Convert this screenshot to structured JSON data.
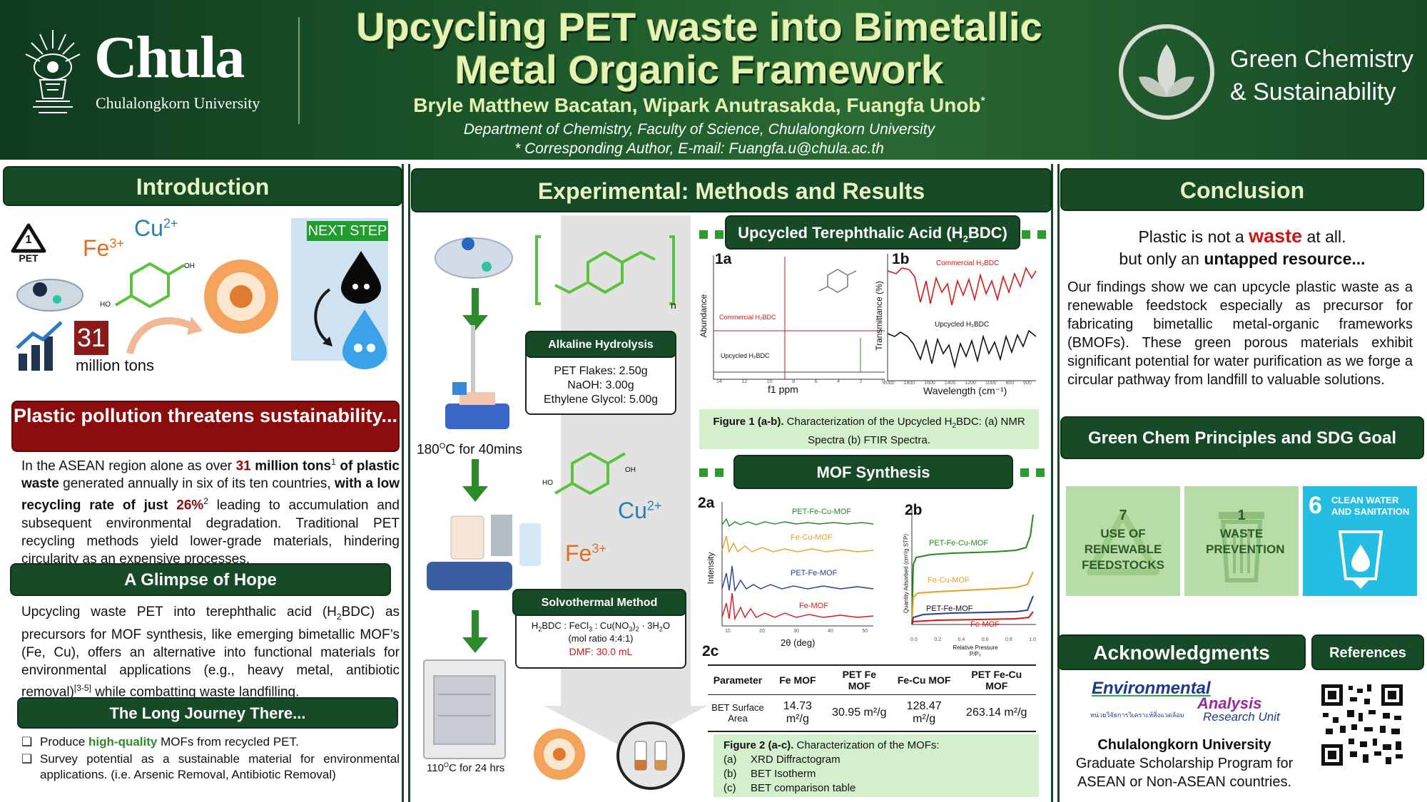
{
  "header": {
    "logo_left_name": "Chula",
    "logo_left_sub": "Chulalongkorn University",
    "title_line1": "Upcycling PET waste into Bimetallic",
    "title_line2": "Metal Organic Framework",
    "authors": "Bryle Matthew Bacatan, Wipark Anutrasakda, Fuangfa Unob",
    "author_mark": "*",
    "department": "Department of Chemistry, Faculty of Science, Chulalongkorn University",
    "corresponding": "* Corresponding Author, E-mail: Fuangfa.u@chula.ac.th",
    "logo_right_line1": "Green Chemistry",
    "logo_right_line2": "& Sustainability",
    "accent": "#174a26",
    "title_color": "#e4f2b4"
  },
  "intro": {
    "heading": "Introduction",
    "pet_label": "PET",
    "recycle_num": "1",
    "fe": "Fe",
    "fe_sup": "3+",
    "cu": "Cu",
    "cu_sup": "2+",
    "oh": "OH",
    "ho": "HO",
    "tons_num": "31",
    "tons_label": "million tons",
    "next_step": "NEXT STEP",
    "pollution_heading": "Plastic pollution threatens sustainability...",
    "p1_a": "In the ASEAN region alone as over ",
    "p1_31": "31",
    "p1_b": " million tons",
    "p1_sup1": "1",
    "p1_c": " of plastic waste",
    "p1_d": " generated annually in six of its ten countries, ",
    "p1_e": "with a low recycling rate of just ",
    "p1_26": "26%",
    "p1_sup2": "2",
    "p1_f": " leading to accumulation and subsequent environmental degradation. Traditional PET recycling methods yield lower-grade materials, hindering circularity as an expensive processes.",
    "hope_heading": "A Glimpse of Hope",
    "p2_a": "Upcycling waste PET into terephthalic acid (H",
    "p2_sub": "2",
    "p2_b": "BDC) as precursors for MOF synthesis, like emerging bimetallic MOF’s (Fe, Cu), offers an alternative into functional materials for environmental applications (e.g., heavy metal, antibiotic removal)",
    "p2_sup": "[3-5]",
    "p2_c": " while combatting waste landfilling.",
    "journey_heading": "The Long Journey There...",
    "bullet1_a": "Produce ",
    "bullet1_hl": "high-quality",
    "bullet1_b": " MOFs from recycled PET.",
    "bullet2": "Survey potential as a sustainable material for environmental applications. (i.e. Arsenic Removal, Antibiotic Removal)",
    "bullet_mark": "❑"
  },
  "exp": {
    "heading": "Experimental: Methods and Results",
    "temp1": "180",
    "temp1_unit": "O",
    "temp1_rest": "C for 40mins",
    "temp2": "110",
    "temp2_unit": "O",
    "temp2_rest": "C for 24 hrs",
    "poly_n": "n",
    "cu": "Cu",
    "cu_sup": "2+",
    "fe": "Fe",
    "fe_sup": "3+",
    "oh": "OH",
    "ho": "HO",
    "alk_title": "Alkaline Hydrolysis",
    "alk_l1": "PET Flakes: 2.50g",
    "alk_l2": "NaOH: 3.00g",
    "alk_l3": "Ethylene Glycol: 5.00g",
    "solv_title": "Solvothermal Method",
    "solv_l1_a": "H",
    "solv_l1_b": "BDC : FeCl",
    "solv_l1_c": " : Cu(NO",
    "solv_l1_d": ")",
    "solv_l1_e": " · 3H",
    "solv_l1_f": "O",
    "sub2": "2",
    "sub3": "3",
    "solv_l2": "(mol ratio 4:4:1)",
    "solv_l3": "DMF: 30.0 mL",
    "h2bdc_head_a": "Upcycled Terephthalic Acid (H",
    "h2bdc_head_sub": "2",
    "h2bdc_head_b": "BDC)",
    "fig1a": "1a",
    "fig1b": "1b",
    "nmr_ylabel": "Abundance",
    "nmr_xlabel": "f1 ppm",
    "nmr_comm": "Commercial H₂BDC",
    "nmr_up": "Upcycled H₂BDC",
    "nmr_ticks": [
      "14",
      "12",
      "10",
      "8",
      "6",
      "4",
      "2",
      "0"
    ],
    "ftir_ylabel": "Transmittance (%)",
    "ftir_xlabel": "Wavelength (cm⁻¹)",
    "ftir_comm": "Commercial H₂BDC",
    "ftir_up": "Upcycled H₂BDC",
    "ftir_ticks": [
      "2000",
      "1800",
      "1600",
      "1400",
      "1200",
      "1000",
      "800",
      "600"
    ],
    "fig1_cap_b": "Figure 1 (a-b).",
    "fig1_cap_a": " Characterization of the Upcycled H",
    "fig1_cap_sub": "2",
    "fig1_cap_c": "BDC: (a) NMR Spectra (b) FTIR Spectra.",
    "mof_head": "MOF Synthesis",
    "fig2a": "2a",
    "fig2b": "2b",
    "fig2c": "2c",
    "xrd_ylabel": "Intensity",
    "xrd_xlabel": "2θ (deg)",
    "xrd_ticks": [
      "10",
      "20",
      "30",
      "40",
      "50"
    ],
    "xrd_s1": "PET-Fe-Cu-MOF",
    "xrd_s2": "Fe-Cu-MOF",
    "xrd_s3": "PET-Fe-MOF",
    "xrd_s4": "Fe-MOF",
    "bet_ylabel": "Quantity Adsorbed (cm³/g STP)",
    "bet_xlabel": "Relative Pressure",
    "bet_xlabel2": "P/P₀",
    "bet_ticks": [
      "0.0",
      "0.2",
      "0.4",
      "0.6",
      "0.8",
      "1.0"
    ],
    "bet_s1": "PET-Fe-Cu-MOF",
    "bet_s2": "Fe-Cu-MOF",
    "bet_s3": "PET-Fe-MOF",
    "bet_s4": "Fe-MOF",
    "table_headers": [
      "Parameter",
      "Fe MOF",
      "PET Fe MOF",
      "Fe-Cu MOF",
      "PET Fe-Cu MOF"
    ],
    "table_row_label": "BET Surface Area",
    "table_values": [
      "14.73 m²/g",
      "30.95 m²/g",
      "128.47 m²/g",
      "263.14 m²/g"
    ],
    "fig2_cap_b": "Figure 2 (a-c).",
    "fig2_cap_a": " Characterization of the MOFs:",
    "fig2_items": [
      {
        "k": "(a)",
        "v": "XRD Diffractogram"
      },
      {
        "k": "(b)",
        "v": "BET Isotherm"
      },
      {
        "k": "(c)",
        "v": "BET comparison table"
      }
    ]
  },
  "conclusion": {
    "heading": "Conclusion",
    "line1_a": "Plastic is not a ",
    "line1_hl": "waste",
    "line1_b": " at all.",
    "line2_a": "but only an ",
    "line2_b": "untapped resource...",
    "para": "Our findings show we can upcycle plastic waste as a renewable feedstock especially as precursor for fabricating bimetallic metal-organic frameworks (BMOFs). These green porous materials exhibit significant potential for water purification as we forge a circular pathway from landfill to valuable solutions.",
    "sdg_heading": "Green Chem Principles and SDG Goal",
    "sdg1_num": "7",
    "sdg1_text": "USE OF RENEWABLE FEEDSTOCKS",
    "sdg2_num": "1",
    "sdg2_text": "WASTE PREVENTION",
    "sdg3_num": "6",
    "sdg3_text": "CLEAN WATER AND SANITATION",
    "ack_heading": "Acknowledgments",
    "ref_heading": "References",
    "eau_l1": "Environmental",
    "eau_l2": "Analysis",
    "eau_l3": "Research Unit",
    "eau_thai": "หน่วยวิจัยการวิเคราะห์สิ่งแวดล้อม",
    "ack_l1": "Chulalongkorn University",
    "ack_l2": "Graduate Scholarship Program for",
    "ack_l3": "ASEAN or Non-ASEAN countries."
  }
}
